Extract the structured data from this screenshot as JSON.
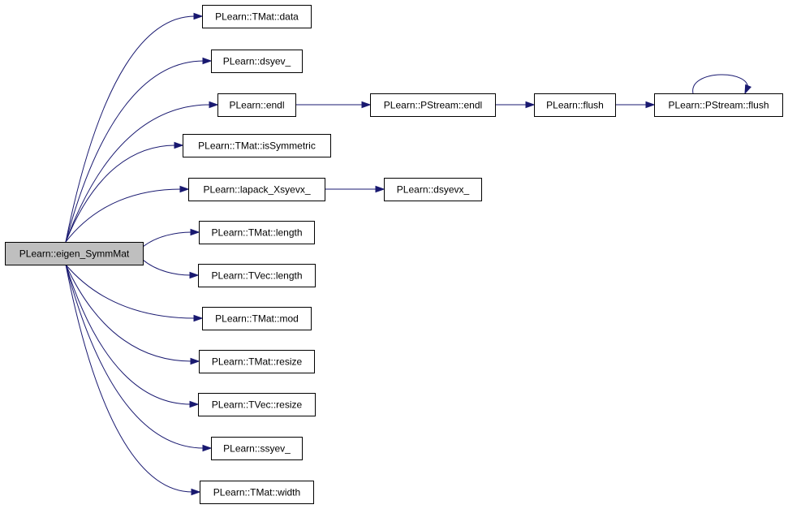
{
  "graph": {
    "root": "PLearn::eigen_SymmMat",
    "nodes": [
      {
        "id": "root",
        "label": "PLearn::eigen_SymmMat",
        "root": true
      },
      {
        "id": "tmat_data",
        "label": "PLearn::TMat::data"
      },
      {
        "id": "dsyev",
        "label": "PLearn::dsyev_"
      },
      {
        "id": "endl",
        "label": "PLearn::endl"
      },
      {
        "id": "tmat_issym",
        "label": "PLearn::TMat::isSymmetric"
      },
      {
        "id": "lapack",
        "label": "PLearn::lapack_Xsyevx_"
      },
      {
        "id": "tmat_length",
        "label": "PLearn::TMat::length"
      },
      {
        "id": "tvec_length",
        "label": "PLearn::TVec::length"
      },
      {
        "id": "tmat_mod",
        "label": "PLearn::TMat::mod"
      },
      {
        "id": "tmat_resize",
        "label": "PLearn::TMat::resize"
      },
      {
        "id": "tvec_resize",
        "label": "PLearn::TVec::resize"
      },
      {
        "id": "ssyev",
        "label": "PLearn::ssyev_"
      },
      {
        "id": "tmat_width",
        "label": "PLearn::TMat::width"
      },
      {
        "id": "pstream_endl",
        "label": "PLearn::PStream::endl"
      },
      {
        "id": "flush",
        "label": "PLearn::flush"
      },
      {
        "id": "pstream_flush",
        "label": "PLearn::PStream::flush"
      },
      {
        "id": "dsyevx",
        "label": "PLearn::dsyevx_"
      }
    ],
    "edges": [
      {
        "from": "root",
        "to": "tmat_data"
      },
      {
        "from": "root",
        "to": "dsyev"
      },
      {
        "from": "root",
        "to": "endl"
      },
      {
        "from": "root",
        "to": "tmat_issym"
      },
      {
        "from": "root",
        "to": "lapack"
      },
      {
        "from": "root",
        "to": "tmat_length"
      },
      {
        "from": "root",
        "to": "tvec_length"
      },
      {
        "from": "root",
        "to": "tmat_mod"
      },
      {
        "from": "root",
        "to": "tmat_resize"
      },
      {
        "from": "root",
        "to": "tvec_resize"
      },
      {
        "from": "root",
        "to": "ssyev"
      },
      {
        "from": "root",
        "to": "tmat_width"
      },
      {
        "from": "endl",
        "to": "pstream_endl"
      },
      {
        "from": "pstream_endl",
        "to": "flush"
      },
      {
        "from": "flush",
        "to": "pstream_flush"
      },
      {
        "from": "pstream_flush",
        "to": "pstream_flush"
      },
      {
        "from": "lapack",
        "to": "dsyevx"
      }
    ],
    "colors": {
      "edge": "#191970",
      "root_fill": "#bfbfbf",
      "node_fill": "#ffffff",
      "border": "#000000"
    }
  }
}
